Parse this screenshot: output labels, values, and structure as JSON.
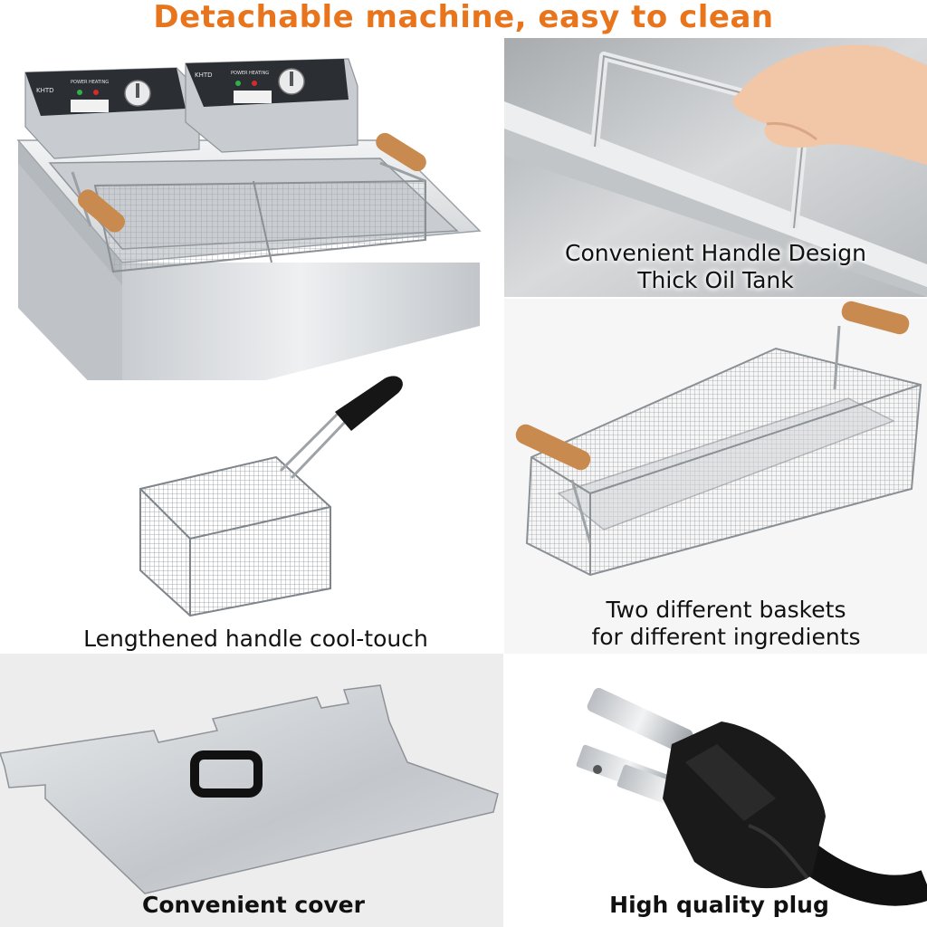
{
  "header": {
    "title": "Detachable machine, easy to clean"
  },
  "panels": {
    "fryer": {
      "brand_label": "KHTD",
      "indicator_power": "POWER",
      "indicator_heating": "HEATING"
    },
    "handle_closeup": {
      "caption_line1": "Convenient Handle Design",
      "caption_line2": "Thick Oil Tank"
    },
    "small_basket": {
      "caption": "Lengthened handle cool-touch"
    },
    "large_basket": {
      "caption_line1": "Two different baskets",
      "caption_line2": "for different ingredients"
    },
    "cover": {
      "caption": "Convenient cover"
    },
    "plug": {
      "caption": "High quality plug"
    }
  },
  "colors": {
    "title_orange": "#e8741c",
    "steel_light": "#e4e6e8",
    "steel_mid": "#bfc3c7",
    "steel_dark": "#8d9297",
    "wood": "#c98a4f",
    "control_panel": "#2b2e33",
    "panel_bg_gray": "#ededed"
  }
}
